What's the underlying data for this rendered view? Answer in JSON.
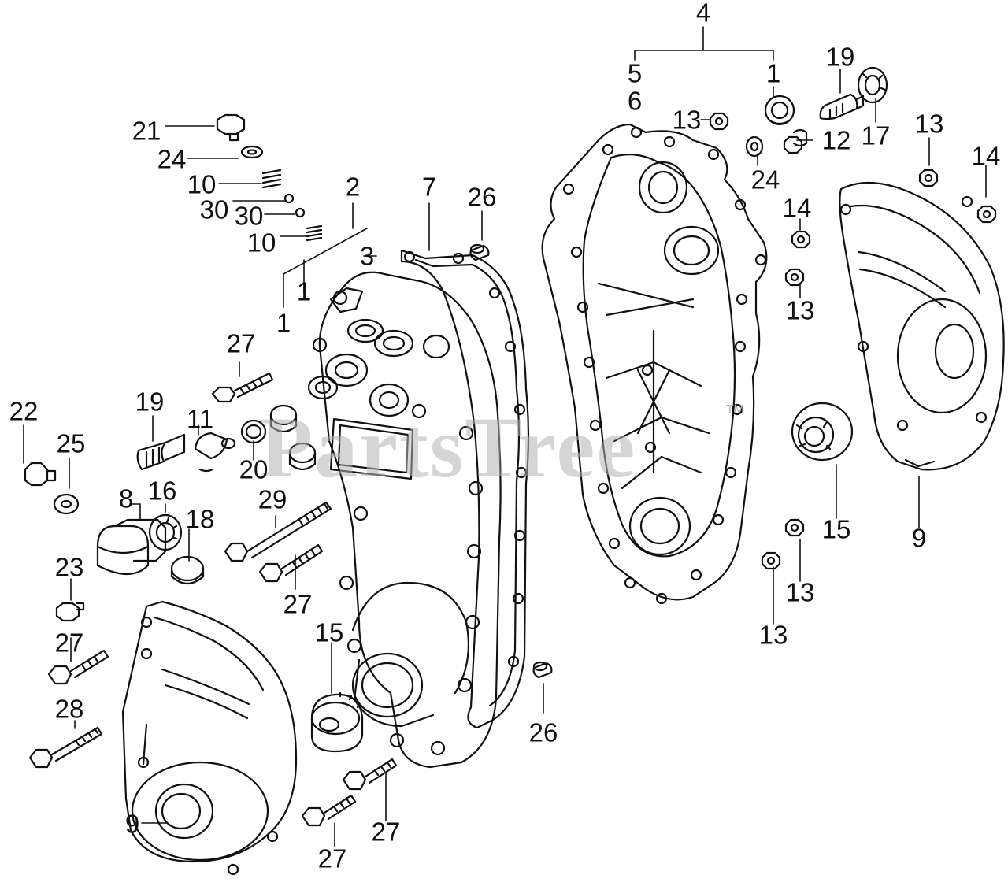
{
  "watermark": {
    "text": "PartsTree",
    "trademark": "TM"
  },
  "callouts": {
    "c4": "4",
    "c5": "5",
    "c1_right": "1",
    "c6": "6",
    "c19_right": "19",
    "c17": "17",
    "c12": "12",
    "c13_a": "13",
    "c13_b": "13",
    "c13_c": "13",
    "c13_d": "13",
    "c13_e": "13",
    "c14_a": "14",
    "c14_b": "14",
    "c24_right": "24",
    "c15_right": "15",
    "c9_right": "9",
    "c21": "21",
    "c24_left": "24",
    "c10_a": "10",
    "c30_a": "30",
    "c30_b": "30",
    "c10_b": "10",
    "c2": "2",
    "c3": "3",
    "c7": "7",
    "c26_a": "26",
    "c1_a": "1",
    "c1_b": "1",
    "c27_a": "27",
    "c19_left": "19",
    "c11": "11",
    "c20": "20",
    "c22": "22",
    "c25": "25",
    "c8": "8",
    "c16": "16",
    "c18": "18",
    "c29": "29",
    "c27_b": "27",
    "c23": "23",
    "c27_c": "27",
    "c28": "28",
    "c15_left": "15",
    "c26_b": "26",
    "c9_left": "9",
    "c27_d": "27",
    "c27_e": "27"
  }
}
